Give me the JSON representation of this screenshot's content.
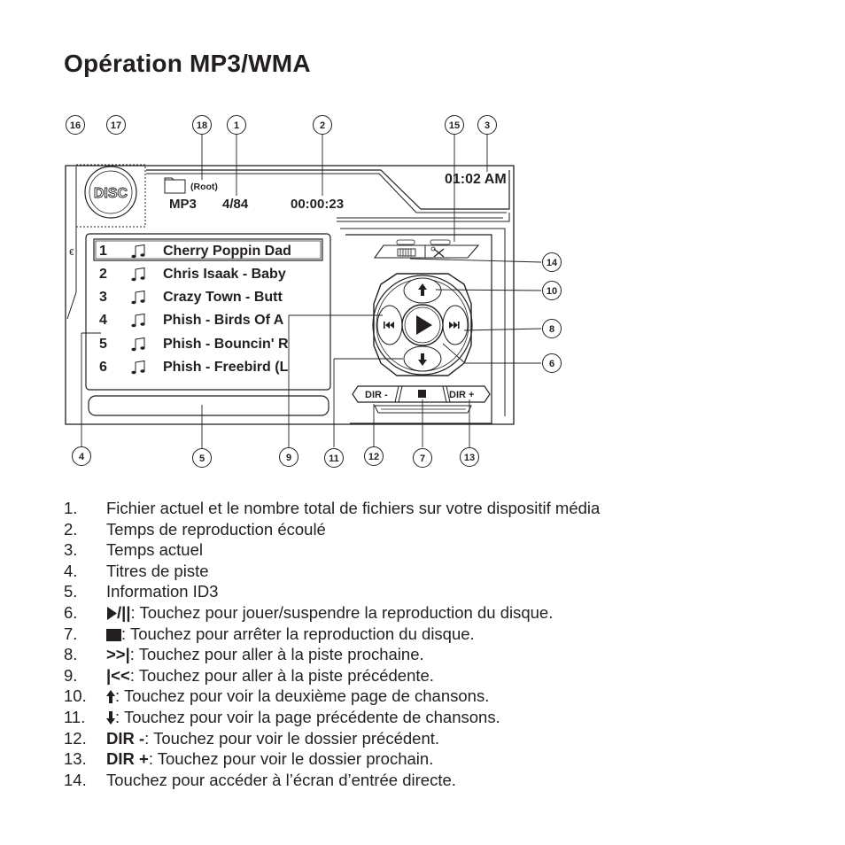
{
  "page_title": "Opération MP3/WMA",
  "screen": {
    "disc_label": "DISC",
    "folder_label": "(Root)",
    "format": "MP3",
    "file_count": "4/84",
    "elapsed": "00:00:23",
    "clock": "01:02 AM",
    "tracks": [
      {
        "num": "1",
        "title": "Cherry Poppin Dad"
      },
      {
        "num": "2",
        "title": "Chris Isaak - Baby"
      },
      {
        "num": "3",
        "title": "Crazy Town - Butt"
      },
      {
        "num": "4",
        "title": "Phish - Birds Of A"
      },
      {
        "num": "5",
        "title": "Phish - Bouncin' R"
      },
      {
        "num": "6",
        "title": "Phish - Freebird (L"
      }
    ],
    "dir_minus": "DIR -",
    "dir_plus": "DIR +"
  },
  "callouts": [
    "16",
    "17",
    "18",
    "1",
    "2",
    "15",
    "3",
    "14",
    "10",
    "8",
    "6",
    "4",
    "5",
    "9",
    "11",
    "12",
    "7",
    "13"
  ],
  "legend": [
    {
      "num": "1.",
      "text": "Fichier actuel et le nombre total de fichiers sur votre dispositif média"
    },
    {
      "num": "2.",
      "text": "Temps de reproduction écoulé"
    },
    {
      "num": "3.",
      "text": "Temps actuel"
    },
    {
      "num": "4.",
      "text": "Titres de piste"
    },
    {
      "num": "5.",
      "text": "Information ID3"
    },
    {
      "num": "6.",
      "bold": "/||",
      "text": ": Touchez pour jouer/suspendre la reproduction du disque.",
      "icon": "play-icon"
    },
    {
      "num": "7.",
      "text": ": Touchez pour arrêter la reproduction du disque.",
      "icon": "stop-icon"
    },
    {
      "num": "8.",
      "bold": ">>|",
      "text": ": Touchez pour aller à la piste prochaine."
    },
    {
      "num": "9.",
      "bold": "|<<",
      "text": ": Touchez pour aller à la piste précédente."
    },
    {
      "num": "10.",
      "text": ": Touchez pour voir  la deuxième page de chansons.",
      "icon": "arrow-up-icon"
    },
    {
      "num": "11.",
      "text": ": Touchez pour voir la page précédente de chansons.",
      "icon": "arrow-down-icon"
    },
    {
      "num": "12.",
      "bold": "DIR -",
      "text": ": Touchez pour voir  le dossier précédent."
    },
    {
      "num": "13.",
      "bold": "DIR +",
      "text": ": Touchez pour voir le dossier prochain."
    },
    {
      "num": "14.",
      "text": "Touchez pour accéder à l’écran d’entrée directe."
    }
  ]
}
